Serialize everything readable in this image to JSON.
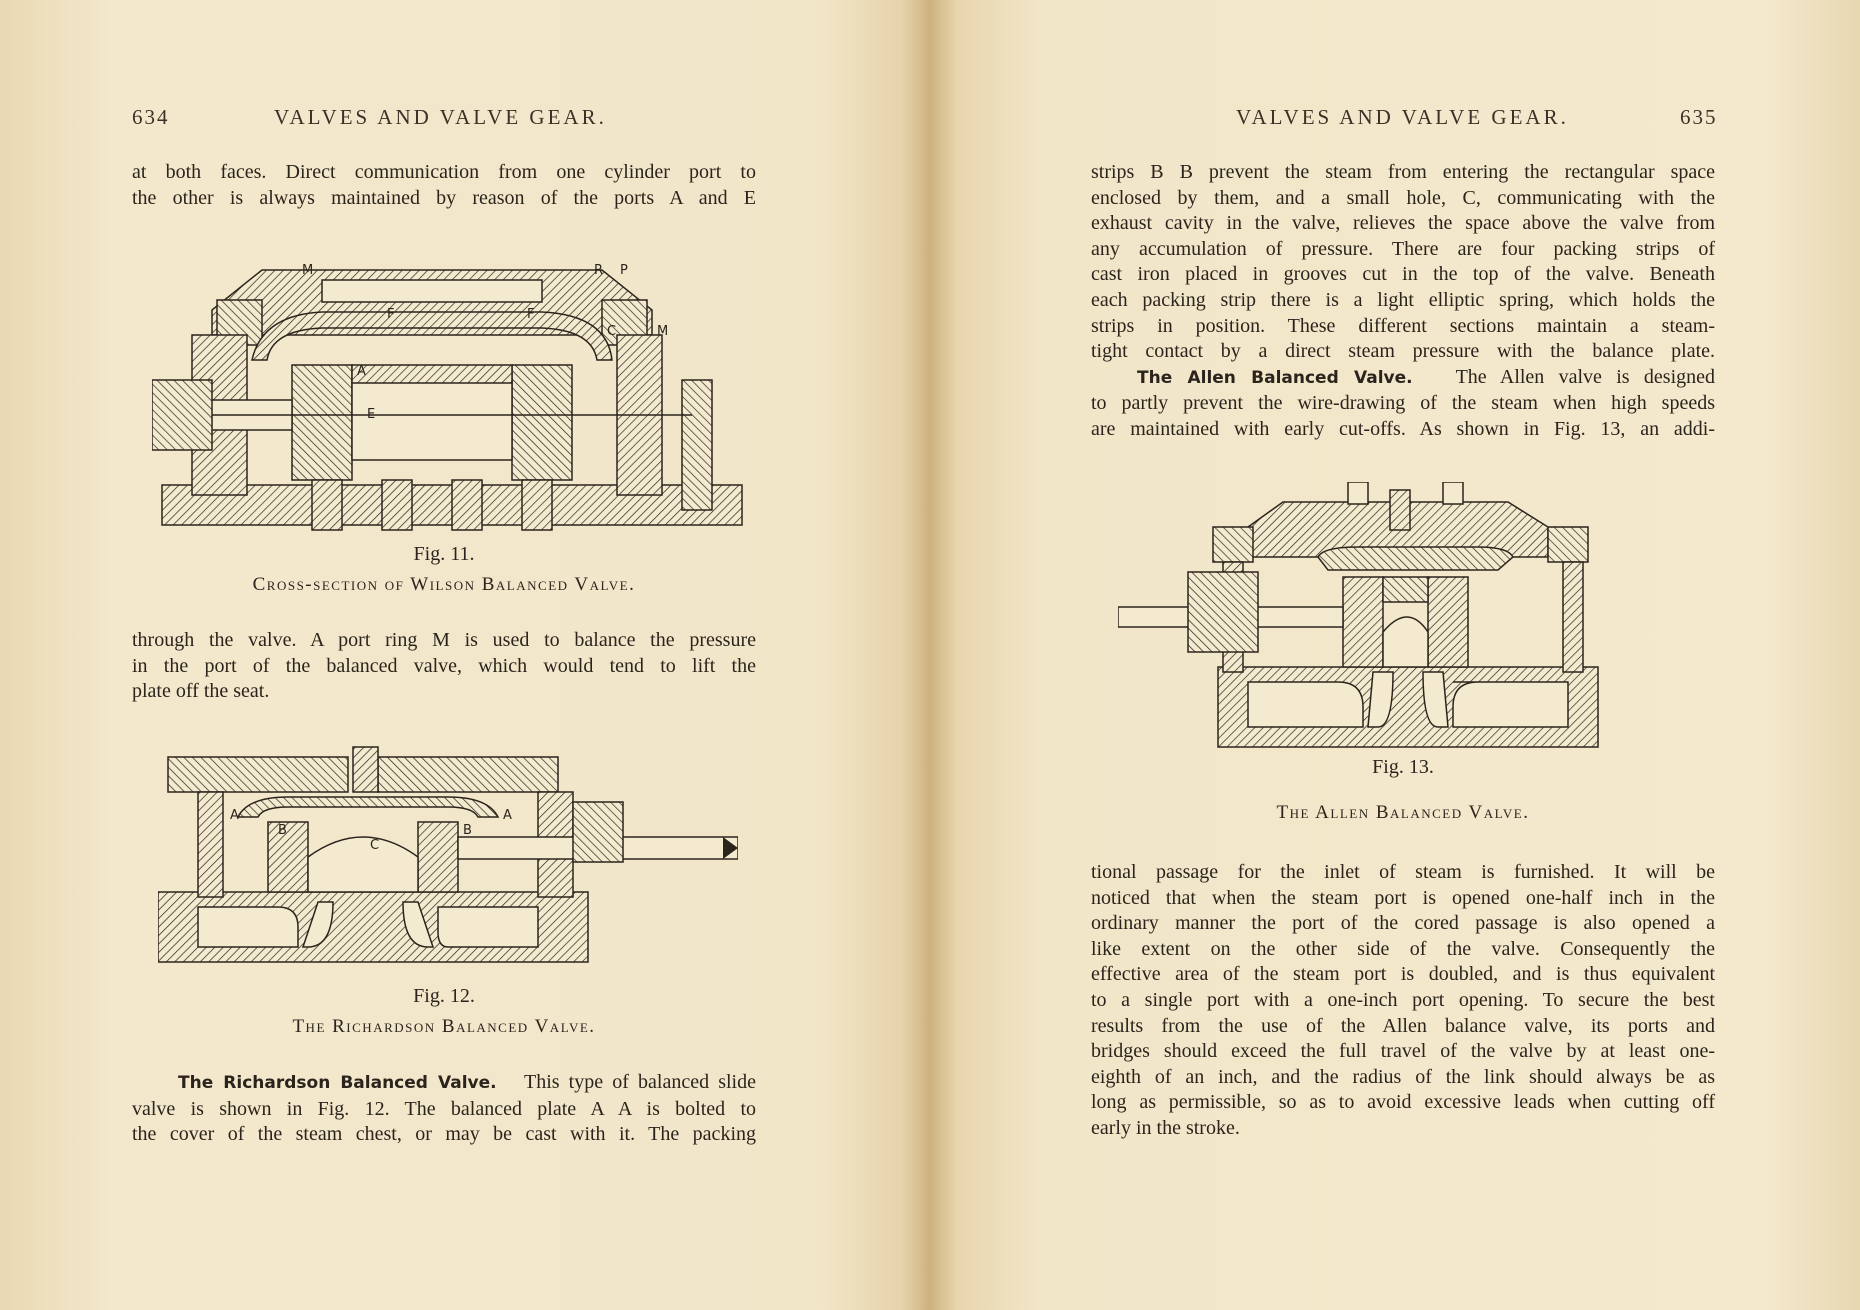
{
  "left_page": {
    "page_number": "634",
    "running_head": "VALVES AND VALVE GEAR.",
    "para1": [
      "at both faces.  Direct communication from one cylinder port to",
      "the other is always maintained by reason of the ports A and E"
    ],
    "fig11": {
      "number": "Fig. 11.",
      "caption": "Cross-section of Wilson Balanced Valve.",
      "labels": [
        "M",
        "R",
        "P",
        "F",
        "F",
        "C",
        "M",
        "A",
        "E"
      ]
    },
    "para2": [
      "through the valve.  A port ring M is used to balance the pressure",
      "in the port of the balanced valve, which would tend to lift the",
      "plate off the seat."
    ],
    "fig12": {
      "number": "Fig. 12.",
      "caption": "The Richardson Balanced Valve.",
      "labels": [
        "A",
        "A",
        "B",
        "B",
        "C"
      ]
    },
    "para3_heading": "The Richardson Balanced Valve.",
    "para3": [
      "This type of balanced slide",
      "valve is shown in Fig. 12.  The balanced plate A A is bolted to",
      "the cover of the steam chest, or may be cast with it.  The packing"
    ]
  },
  "right_page": {
    "page_number": "635",
    "running_head": "VALVES AND VALVE GEAR.",
    "para1": [
      "strips B B prevent the steam from entering the rectangular space",
      "enclosed by them, and a small hole, C, communicating with the",
      "exhaust cavity in the valve, relieves the space above the valve from",
      "any accumulation of pressure.  There are four packing strips of",
      "cast iron placed in grooves cut in the top of the valve.  Beneath",
      "each packing strip there is a light elliptic spring, which holds the",
      "strips in position.  These different sections maintain a steam-",
      "tight contact by a direct steam pressure with the balance plate."
    ],
    "para2_heading": "The Allen Balanced Valve.",
    "para2": [
      "The Allen valve is designed",
      "to partly prevent the wire-drawing of the steam when high speeds",
      "are maintained with early cut-offs.  As shown in Fig. 13, an addi-"
    ],
    "fig13": {
      "number": "Fig. 13.",
      "caption": "The Allen Balanced Valve."
    },
    "para3": [
      "tional passage for the inlet of steam is furnished.  It will be",
      "noticed that when the steam port is opened one-half inch in the",
      "ordinary manner the port of the cored passage is also opened a",
      "like extent on the other side of the valve.  Consequently the",
      "effective area of the steam port is doubled, and is thus equivalent",
      "to a single port with a one-inch port opening.  To secure the best",
      "results from the use of the Allen balance valve, its ports and",
      "bridges should exceed the full travel of the valve by at least one-",
      "eighth of an inch, and the radius of the link should always be as",
      "long as permissible, so as to avoid excessive leads when cutting off",
      "early in the stroke."
    ]
  }
}
